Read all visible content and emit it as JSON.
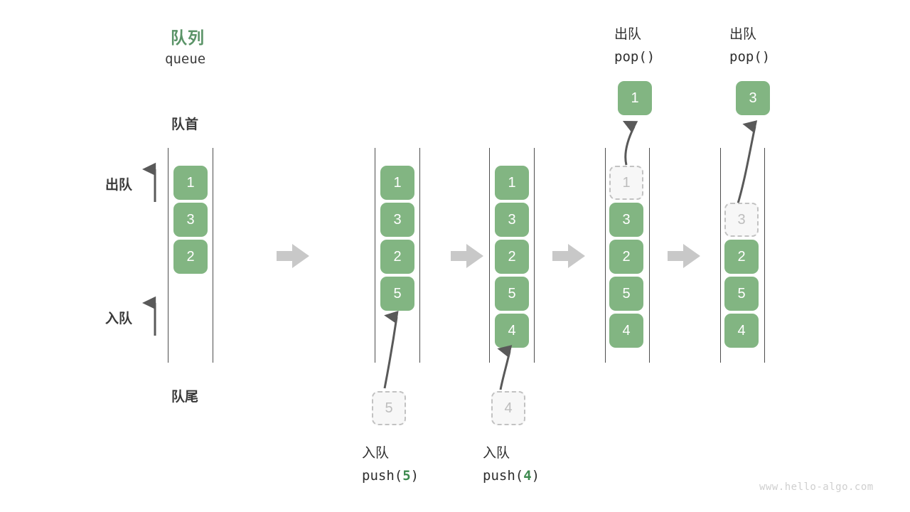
{
  "figure": {
    "title_cn": "队列",
    "title_en": "queue",
    "front_label": "队首",
    "rear_label": "队尾",
    "dequeue_label": "出队",
    "enqueue_label": "入队",
    "accent_color": "#5a9367",
    "box_color": "#82b582",
    "ghost_color": "#f7f7f7",
    "arrow_color": "#595959",
    "step_arrow_color": "#c8c8c8",
    "watermark": "www.hello-algo.com"
  },
  "stages": [
    {
      "id": "initial",
      "items": [
        "1",
        "3",
        "2"
      ],
      "ghost": null,
      "caption_cn": "",
      "caption_code": ""
    },
    {
      "id": "push-5",
      "items": [
        "1",
        "3",
        "2",
        "5"
      ],
      "ghost": {
        "value": "5",
        "position": "below"
      },
      "caption_cn": "入队",
      "caption_code_prefix": "push(",
      "caption_code_value": "5",
      "caption_code_suffix": ")"
    },
    {
      "id": "push-4",
      "items": [
        "1",
        "3",
        "2",
        "5",
        "4"
      ],
      "ghost": {
        "value": "4",
        "position": "below"
      },
      "caption_cn": "入队",
      "caption_code_prefix": "push(",
      "caption_code_value": "4",
      "caption_code_suffix": ")"
    },
    {
      "id": "pop-1",
      "items": [
        "3",
        "2",
        "5",
        "4"
      ],
      "ghost": {
        "value": "1",
        "position": "slot-0"
      },
      "popped": "1",
      "caption_cn": "出队",
      "caption_code": "pop()"
    },
    {
      "id": "pop-3",
      "items": [
        "2",
        "5",
        "4"
      ],
      "ghost": {
        "value": "3",
        "position": "slot-1"
      },
      "popped": "3",
      "caption_cn": "出队",
      "caption_code": "pop()"
    }
  ]
}
